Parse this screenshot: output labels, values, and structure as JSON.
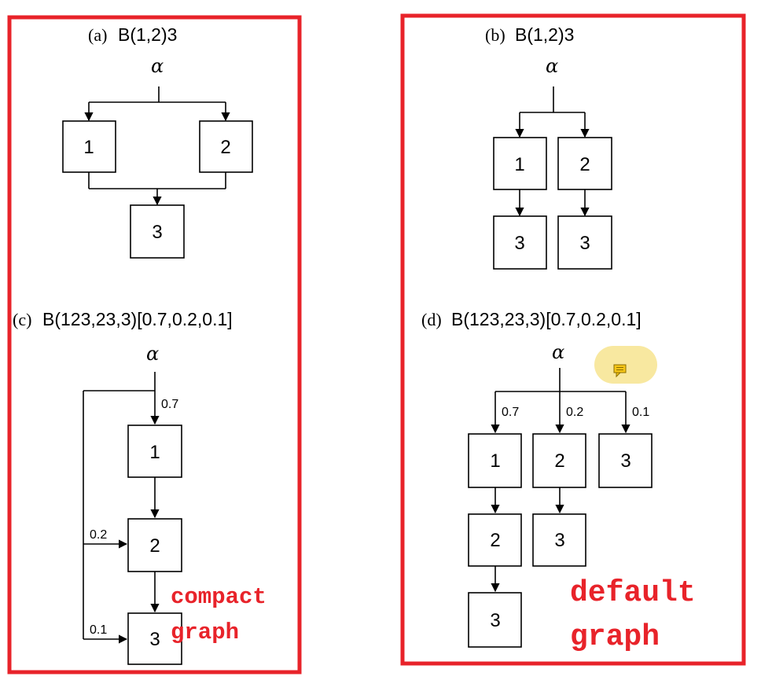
{
  "colors": {
    "frame": "#e8232a",
    "note_text": "#e8232a",
    "comment_bubble": "#f8e8a0"
  },
  "panel_a": {
    "label": "(a)",
    "title": "B(1,2)3",
    "alpha": "α",
    "box1": "1",
    "box2": "2",
    "box3": "3"
  },
  "panel_b": {
    "label": "(b)",
    "title": "B(1,2)3",
    "alpha": "α",
    "box1": "1",
    "box2": "2",
    "box3a": "3",
    "box3b": "3"
  },
  "panel_c": {
    "label": "(c)",
    "title": "B(123,23,3)[0.7,0.2,0.1]",
    "alpha": "α",
    "p1": "0.7",
    "p2": "0.2",
    "p3": "0.1",
    "box1": "1",
    "box2": "2",
    "box3": "3"
  },
  "panel_d": {
    "label": "(d)",
    "title": "B(123,23,3)[0.7,0.2,0.1]",
    "alpha": "α",
    "p1": "0.7",
    "p2": "0.2",
    "p3": "0.1",
    "box1": "1",
    "box2": "2",
    "box3": "3",
    "box2b": "2",
    "box3b": "3",
    "box3c": "3"
  },
  "notes": {
    "left_line1": "compact",
    "left_line2": "graph",
    "right_line1": "default",
    "right_line2": "graph"
  },
  "comment_icon": "speech-bubble-icon"
}
